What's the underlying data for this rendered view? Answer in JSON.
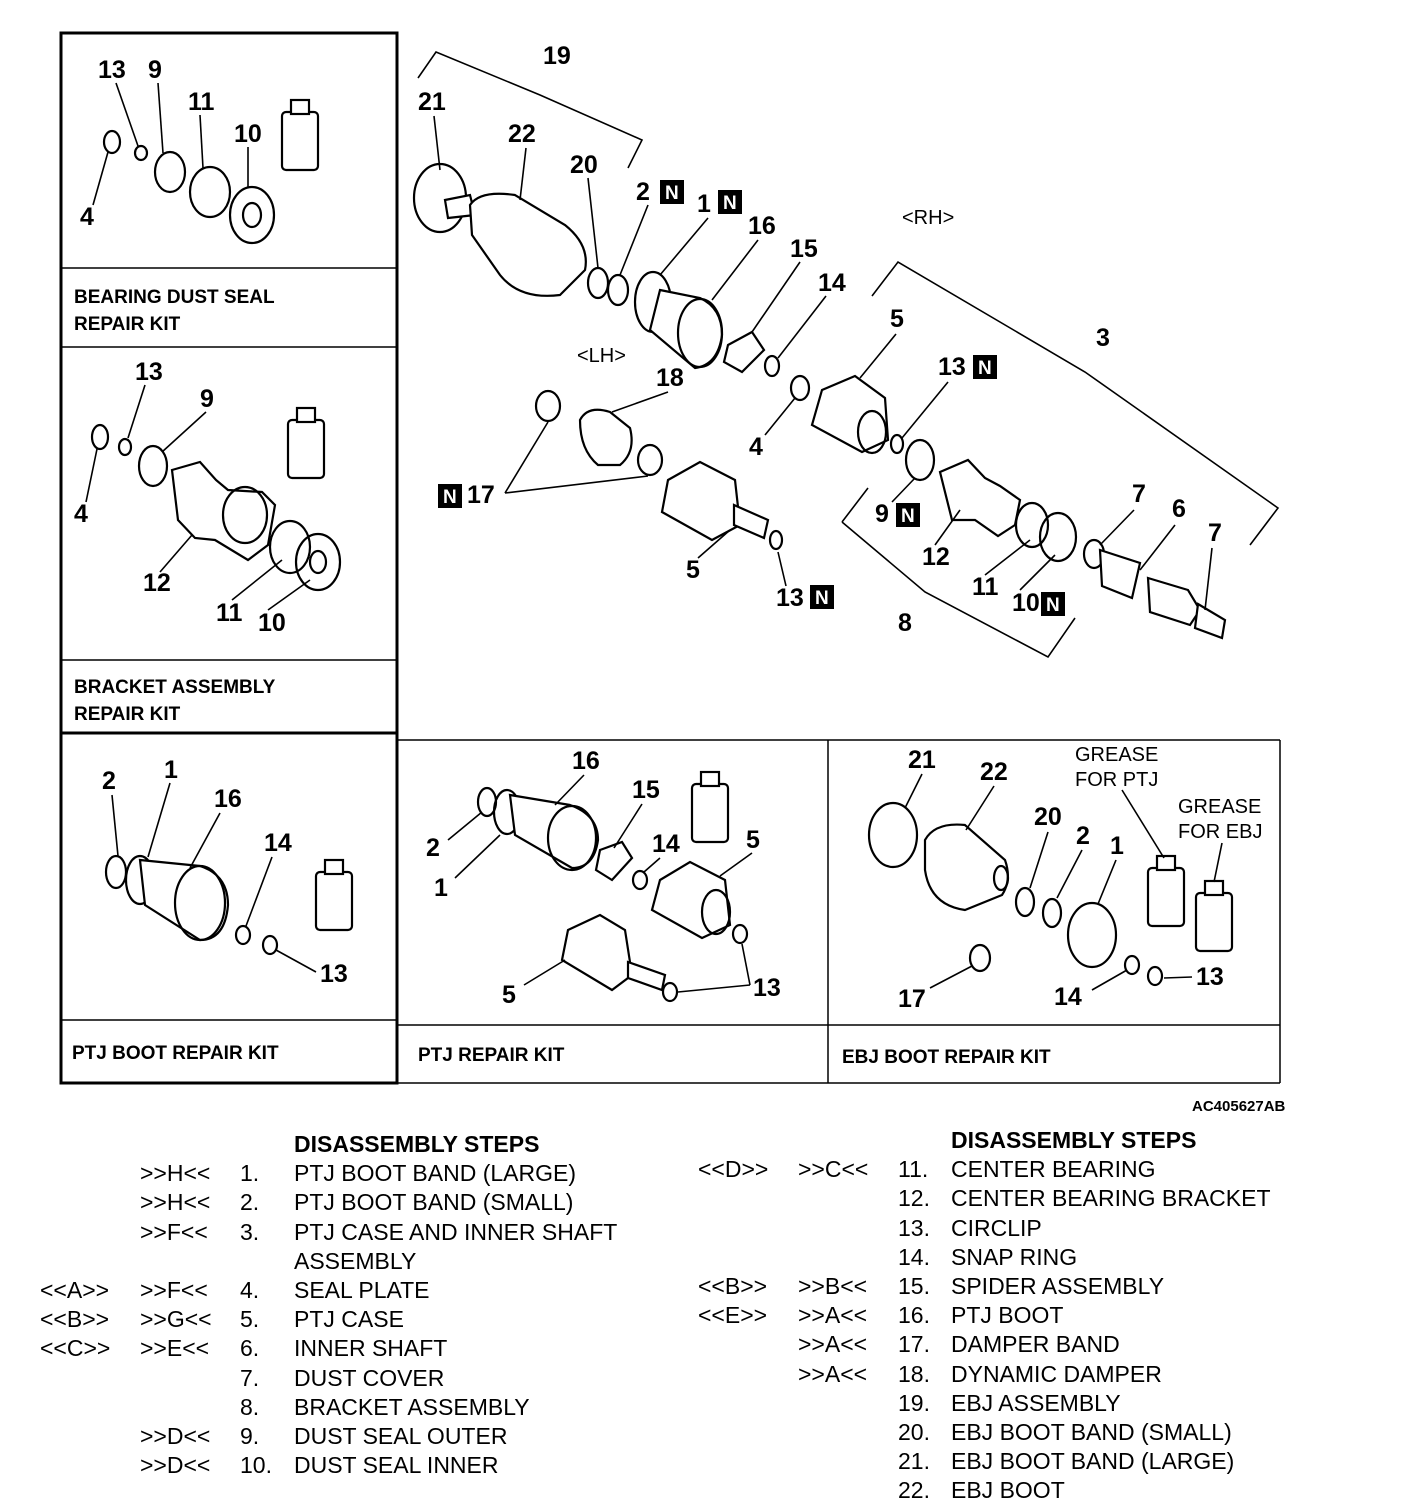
{
  "figure_code": "AC405627AB",
  "side_labels": {
    "lh": "<LH>",
    "rh": "<RH>"
  },
  "new_part_marker": "N",
  "main_callouts": {
    "c19": "19",
    "c21": "21",
    "c22": "22",
    "c20": "20",
    "c2": "2",
    "c1": "1",
    "c16": "16",
    "c15": "15",
    "c14": "14",
    "c5a": "5",
    "c13a": "13",
    "c3": "3",
    "c18": "18",
    "c4": "4",
    "c17": "17",
    "c9": "9",
    "c12": "12",
    "c7a": "7",
    "c6": "6",
    "c7b": "7",
    "c11": "11",
    "c10": "10",
    "c8": "8",
    "c5b": "5",
    "c13b": "13"
  },
  "kits": {
    "bearing_dust_seal": {
      "title_line1": "BEARING DUST SEAL",
      "title_line2": "REPAIR KIT",
      "callouts": {
        "c13": "13",
        "c9": "9",
        "c11": "11",
        "c10": "10",
        "c4": "4"
      }
    },
    "bracket_assembly": {
      "title_line1": "BRACKET ASSEMBLY",
      "title_line2": "REPAIR KIT",
      "callouts": {
        "c13": "13",
        "c9": "9",
        "c4": "4",
        "c12": "12",
        "c11": "11",
        "c10": "10"
      }
    },
    "ptj_boot": {
      "title": "PTJ BOOT REPAIR KIT",
      "callouts": {
        "c2": "2",
        "c1": "1",
        "c16": "16",
        "c14": "14",
        "c13": "13"
      }
    },
    "ptj": {
      "title": "PTJ REPAIR KIT",
      "callouts": {
        "c16": "16",
        "c15": "15",
        "c2": "2",
        "c14": "14",
        "c5a": "5",
        "c1": "1",
        "c5b": "5",
        "c13": "13"
      }
    },
    "ebj_boot": {
      "title": "EBJ BOOT REPAIR KIT",
      "grease_ptj_line1": "GREASE",
      "grease_ptj_line2": "FOR PTJ",
      "grease_ebj_line1": "GREASE",
      "grease_ebj_line2": "FOR EBJ",
      "callouts": {
        "c21": "21",
        "c22": "22",
        "c20": "20",
        "c2": "2",
        "c1": "1",
        "c17": "17",
        "c14": "14",
        "c13": "13"
      }
    }
  },
  "steps_left": {
    "heading": "DISASSEMBLY STEPS",
    "rows": [
      {
        "removal": "",
        "installation": ">>H<<",
        "num": "1.",
        "name": "PTJ BOOT BAND (LARGE)"
      },
      {
        "removal": "",
        "installation": ">>H<<",
        "num": "2.",
        "name": "PTJ BOOT BAND (SMALL)"
      },
      {
        "removal": "",
        "installation": ">>F<<",
        "num": "3.",
        "name": "PTJ CASE AND INNER SHAFT"
      },
      {
        "removal": "",
        "installation": "",
        "num": "",
        "name": "ASSEMBLY"
      },
      {
        "removal": "<<A>>",
        "installation": ">>F<<",
        "num": "4.",
        "name": "SEAL PLATE"
      },
      {
        "removal": "<<B>>",
        "installation": ">>G<<",
        "num": "5.",
        "name": "PTJ CASE"
      },
      {
        "removal": "<<C>>",
        "installation": ">>E<<",
        "num": "6.",
        "name": "INNER SHAFT"
      },
      {
        "removal": "",
        "installation": "",
        "num": "7.",
        "name": "DUST COVER"
      },
      {
        "removal": "",
        "installation": "",
        "num": "8.",
        "name": "BRACKET ASSEMBLY"
      },
      {
        "removal": "",
        "installation": ">>D<<",
        "num": "9.",
        "name": "DUST SEAL OUTER"
      },
      {
        "removal": "",
        "installation": ">>D<<",
        "num": "10.",
        "name": "DUST SEAL INNER"
      }
    ]
  },
  "steps_right": {
    "heading": "DISASSEMBLY STEPS",
    "rows": [
      {
        "removal": "<<D>>",
        "installation": ">>C<<",
        "num": "11.",
        "name": "CENTER BEARING"
      },
      {
        "removal": "",
        "installation": "",
        "num": "12.",
        "name": "CENTER BEARING BRACKET"
      },
      {
        "removal": "",
        "installation": "",
        "num": "13.",
        "name": "CIRCLIP"
      },
      {
        "removal": "",
        "installation": "",
        "num": "14.",
        "name": "SNAP RING"
      },
      {
        "removal": "<<B>>",
        "installation": ">>B<<",
        "num": "15.",
        "name": "SPIDER ASSEMBLY"
      },
      {
        "removal": "<<E>>",
        "installation": ">>A<<",
        "num": "16.",
        "name": "PTJ BOOT"
      },
      {
        "removal": "",
        "installation": ">>A<<",
        "num": "17.",
        "name": "DAMPER BAND"
      },
      {
        "removal": "",
        "installation": ">>A<<",
        "num": "18.",
        "name": "DYNAMIC DAMPER"
      },
      {
        "removal": "",
        "installation": "",
        "num": "19.",
        "name": "EBJ ASSEMBLY"
      },
      {
        "removal": "",
        "installation": "",
        "num": "20.",
        "name": "EBJ BOOT BAND (SMALL)"
      },
      {
        "removal": "",
        "installation": "",
        "num": "21.",
        "name": "EBJ BOOT BAND (LARGE)"
      },
      {
        "removal": "",
        "installation": "",
        "num": "22.",
        "name": "EBJ BOOT"
      }
    ]
  }
}
